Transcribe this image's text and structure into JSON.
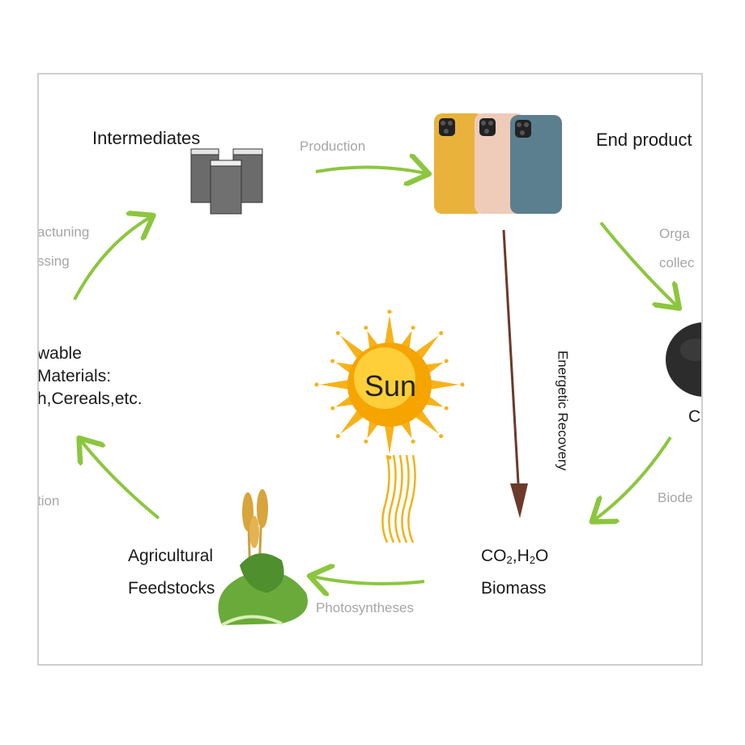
{
  "nodes": {
    "intermediates": "Intermediates",
    "end_products": "End product",
    "renewable_line1": "wable",
    "renewable_line2": "Materials:",
    "renewable_line3": "h,Cereals,etc.",
    "agri_line1": "Agricultural",
    "agri_line2": "Feedstocks",
    "co2_prefix": "CO",
    "co2_sub": "2",
    "co2_mid": ",H",
    "h2o_sub": "2",
    "h2o_suffix": "O",
    "biomass": "Biomass",
    "compost_fragment": "C"
  },
  "processes": {
    "production": "Production",
    "manufacturing_fragment": "actuning",
    "processing_fragment": "ssing",
    "organic_fragment": "Orga",
    "collection_fragment": "collec",
    "biodeg_fragment": "Biode",
    "cultivation_fragment": "tion",
    "photosyntheses": "Photosyntheses",
    "energetic_recovery": "Energetic Recovery"
  },
  "sun": {
    "label": "Sun"
  },
  "colors": {
    "arrow_green": "#8cc63f",
    "arrow_brown": "#6b3a2a",
    "sun_core": "#f6a400",
    "sun_ray": "#f7b21a",
    "phone_yellow": "#e9b23b",
    "phone_pink": "#efcbb9",
    "phone_blue": "#5b7f8f",
    "cup_gray": "#6b6b6b",
    "compost": "#2c2c2c"
  },
  "icons": [
    "intermediate-cups-icon",
    "phone-cases-icon",
    "sun-icon",
    "sunlight-waves-icon",
    "wheat-leaf-icon",
    "compost-icon"
  ]
}
